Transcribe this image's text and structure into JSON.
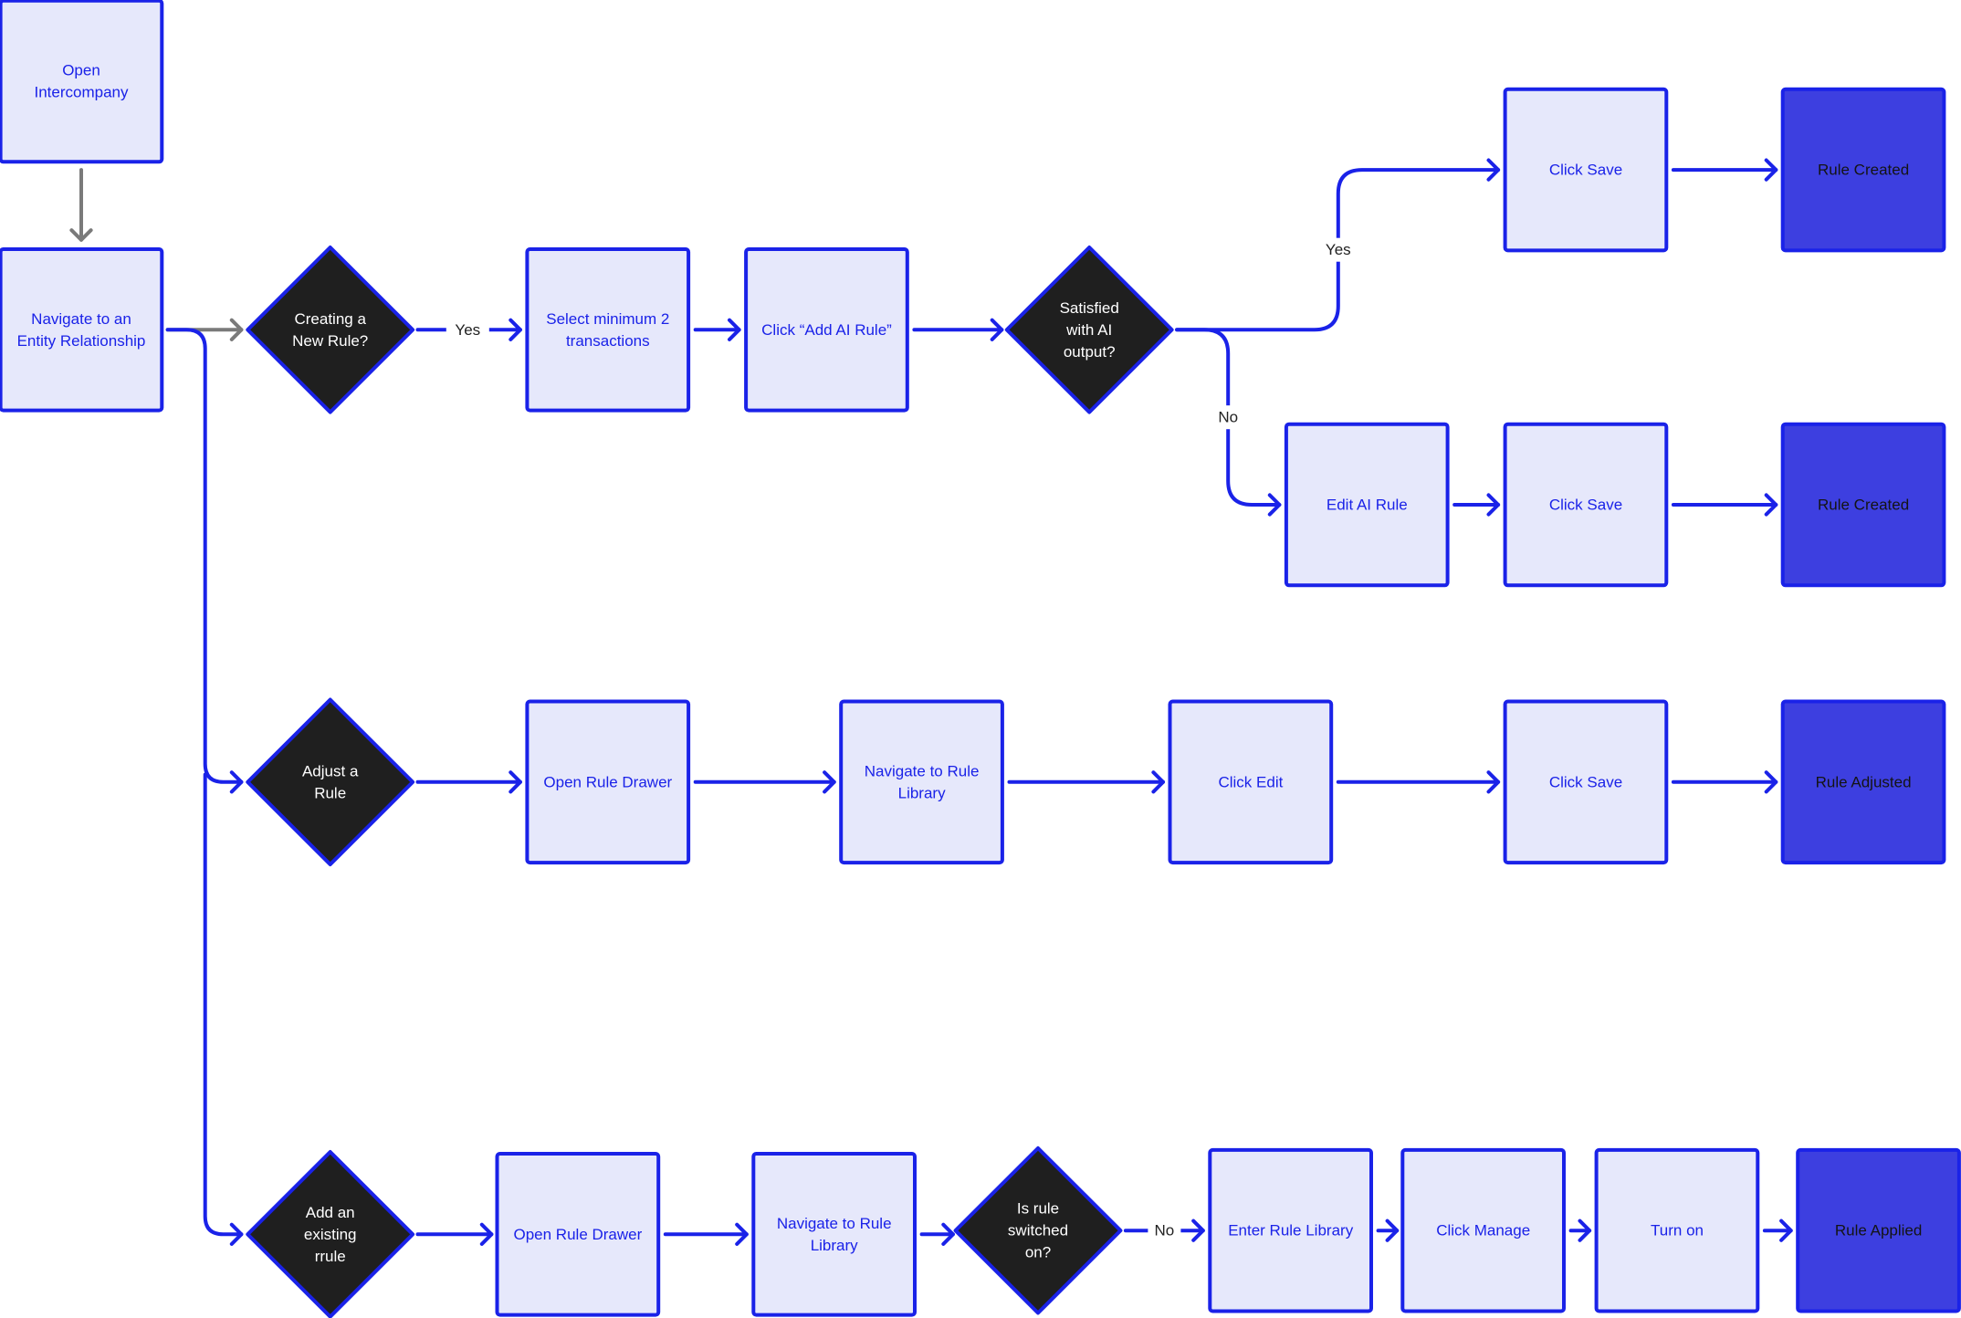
{
  "colors": {
    "accent": "#1a22e8",
    "step_fill": "#e6e8fb",
    "terminal_fill": "#3d3fe0",
    "decision_fill": "#1f1f1f",
    "gray_edge": "#7a7a7a"
  },
  "nodes": [
    {
      "id": "open-intercompany",
      "kind": "step",
      "lines": [
        "Open",
        "Intercompany"
      ]
    },
    {
      "id": "navigate-entity-relationship",
      "kind": "step",
      "lines": [
        "Navigate to an",
        "Entity Relationship"
      ]
    },
    {
      "id": "creating-new-rule",
      "kind": "decision",
      "lines": [
        "Creating a",
        "New Rule?"
      ]
    },
    {
      "id": "select-min-2-transactions",
      "kind": "step",
      "lines": [
        "Select minimum 2",
        "transactions"
      ]
    },
    {
      "id": "click-add-ai-rule",
      "kind": "step",
      "lines": [
        "Click “Add AI Rule”"
      ]
    },
    {
      "id": "satisfied-ai-output",
      "kind": "decision",
      "lines": [
        "Satisfied",
        "with AI",
        "output?"
      ]
    },
    {
      "id": "click-save-1",
      "kind": "step",
      "lines": [
        "Click Save"
      ]
    },
    {
      "id": "rule-created-1",
      "kind": "terminal",
      "lines": [
        "Rule Created"
      ]
    },
    {
      "id": "edit-ai-rule",
      "kind": "step",
      "lines": [
        "Edit AI Rule"
      ]
    },
    {
      "id": "click-save-2",
      "kind": "step",
      "lines": [
        "Click Save"
      ]
    },
    {
      "id": "rule-created-2",
      "kind": "terminal",
      "lines": [
        "Rule Created"
      ]
    },
    {
      "id": "adjust-rule",
      "kind": "decision",
      "lines": [
        "Adjust a",
        "Rule"
      ]
    },
    {
      "id": "open-rule-drawer-1",
      "kind": "step",
      "lines": [
        "Open Rule Drawer"
      ]
    },
    {
      "id": "navigate-rule-library-1",
      "kind": "step",
      "lines": [
        "Navigate to Rule",
        "Library"
      ]
    },
    {
      "id": "click-edit",
      "kind": "step",
      "lines": [
        "Click Edit"
      ]
    },
    {
      "id": "click-save-3",
      "kind": "step",
      "lines": [
        "Click Save"
      ]
    },
    {
      "id": "rule-adjusted",
      "kind": "terminal",
      "lines": [
        "Rule Adjusted"
      ]
    },
    {
      "id": "add-existing-rule",
      "kind": "decision",
      "lines": [
        "Add an",
        "existing",
        "rrule"
      ]
    },
    {
      "id": "open-rule-drawer-2",
      "kind": "step",
      "lines": [
        "Open Rule Drawer"
      ]
    },
    {
      "id": "navigate-rule-library-2",
      "kind": "step",
      "lines": [
        "Navigate to Rule",
        "Library"
      ]
    },
    {
      "id": "rule-switched-on",
      "kind": "decision",
      "lines": [
        "Is rule",
        "switched",
        "on?"
      ]
    },
    {
      "id": "enter-rule-library",
      "kind": "step",
      "lines": [
        "Enter Rule Library"
      ]
    },
    {
      "id": "click-manage",
      "kind": "step",
      "lines": [
        "Click Manage"
      ]
    },
    {
      "id": "turn-on",
      "kind": "step",
      "lines": [
        "Turn on"
      ]
    },
    {
      "id": "rule-applied",
      "kind": "terminal",
      "lines": [
        "Rule Applied"
      ]
    }
  ],
  "edges": [
    {
      "id": "open-to-navigate",
      "from": "open-intercompany",
      "to": "navigate-entity-relationship",
      "label": ""
    },
    {
      "id": "navigate-to-creating",
      "from": "navigate-entity-relationship",
      "to": "creating-new-rule",
      "label": ""
    },
    {
      "id": "creating-to-select",
      "from": "creating-new-rule",
      "to": "select-min-2-transactions",
      "label": "Yes"
    },
    {
      "id": "select-to-add-ai",
      "from": "select-min-2-transactions",
      "to": "click-add-ai-rule",
      "label": ""
    },
    {
      "id": "add-ai-to-satisfied",
      "from": "click-add-ai-rule",
      "to": "satisfied-ai-output",
      "label": ""
    },
    {
      "id": "satisfied-yes",
      "from": "satisfied-ai-output",
      "to": "click-save-1",
      "label": "Yes"
    },
    {
      "id": "save1-to-created1",
      "from": "click-save-1",
      "to": "rule-created-1",
      "label": ""
    },
    {
      "id": "satisfied-no",
      "from": "satisfied-ai-output",
      "to": "edit-ai-rule",
      "label": "No"
    },
    {
      "id": "edit-to-save2",
      "from": "edit-ai-rule",
      "to": "click-save-2",
      "label": ""
    },
    {
      "id": "save2-to-created2",
      "from": "click-save-2",
      "to": "rule-created-2",
      "label": ""
    },
    {
      "id": "navigate-to-adjust",
      "from": "navigate-entity-relationship",
      "to": "adjust-rule",
      "label": ""
    },
    {
      "id": "navigate-to-add-existing",
      "from": "navigate-entity-relationship",
      "to": "add-existing-rule",
      "label": ""
    },
    {
      "id": "adjust-to-drawer",
      "from": "adjust-rule",
      "to": "open-rule-drawer-1",
      "label": ""
    },
    {
      "id": "drawer1-to-library1",
      "from": "open-rule-drawer-1",
      "to": "navigate-rule-library-1",
      "label": ""
    },
    {
      "id": "library1-to-edit",
      "from": "navigate-rule-library-1",
      "to": "click-edit",
      "label": ""
    },
    {
      "id": "edit-to-save3",
      "from": "click-edit",
      "to": "click-save-3",
      "label": ""
    },
    {
      "id": "save3-to-adjusted",
      "from": "click-save-3",
      "to": "rule-adjusted",
      "label": ""
    },
    {
      "id": "add-existing-to-drawer",
      "from": "add-existing-rule",
      "to": "open-rule-drawer-2",
      "label": ""
    },
    {
      "id": "drawer2-to-library2",
      "from": "open-rule-drawer-2",
      "to": "navigate-rule-library-2",
      "label": ""
    },
    {
      "id": "library2-to-switched",
      "from": "navigate-rule-library-2",
      "to": "rule-switched-on",
      "label": ""
    },
    {
      "id": "switched-no",
      "from": "rule-switched-on",
      "to": "enter-rule-library",
      "label": "No"
    },
    {
      "id": "enter-to-manage",
      "from": "enter-rule-library",
      "to": "click-manage",
      "label": ""
    },
    {
      "id": "manage-to-turn-on",
      "from": "click-manage",
      "to": "turn-on",
      "label": ""
    },
    {
      "id": "turn-on-to-applied",
      "from": "turn-on",
      "to": "rule-applied",
      "label": ""
    }
  ]
}
